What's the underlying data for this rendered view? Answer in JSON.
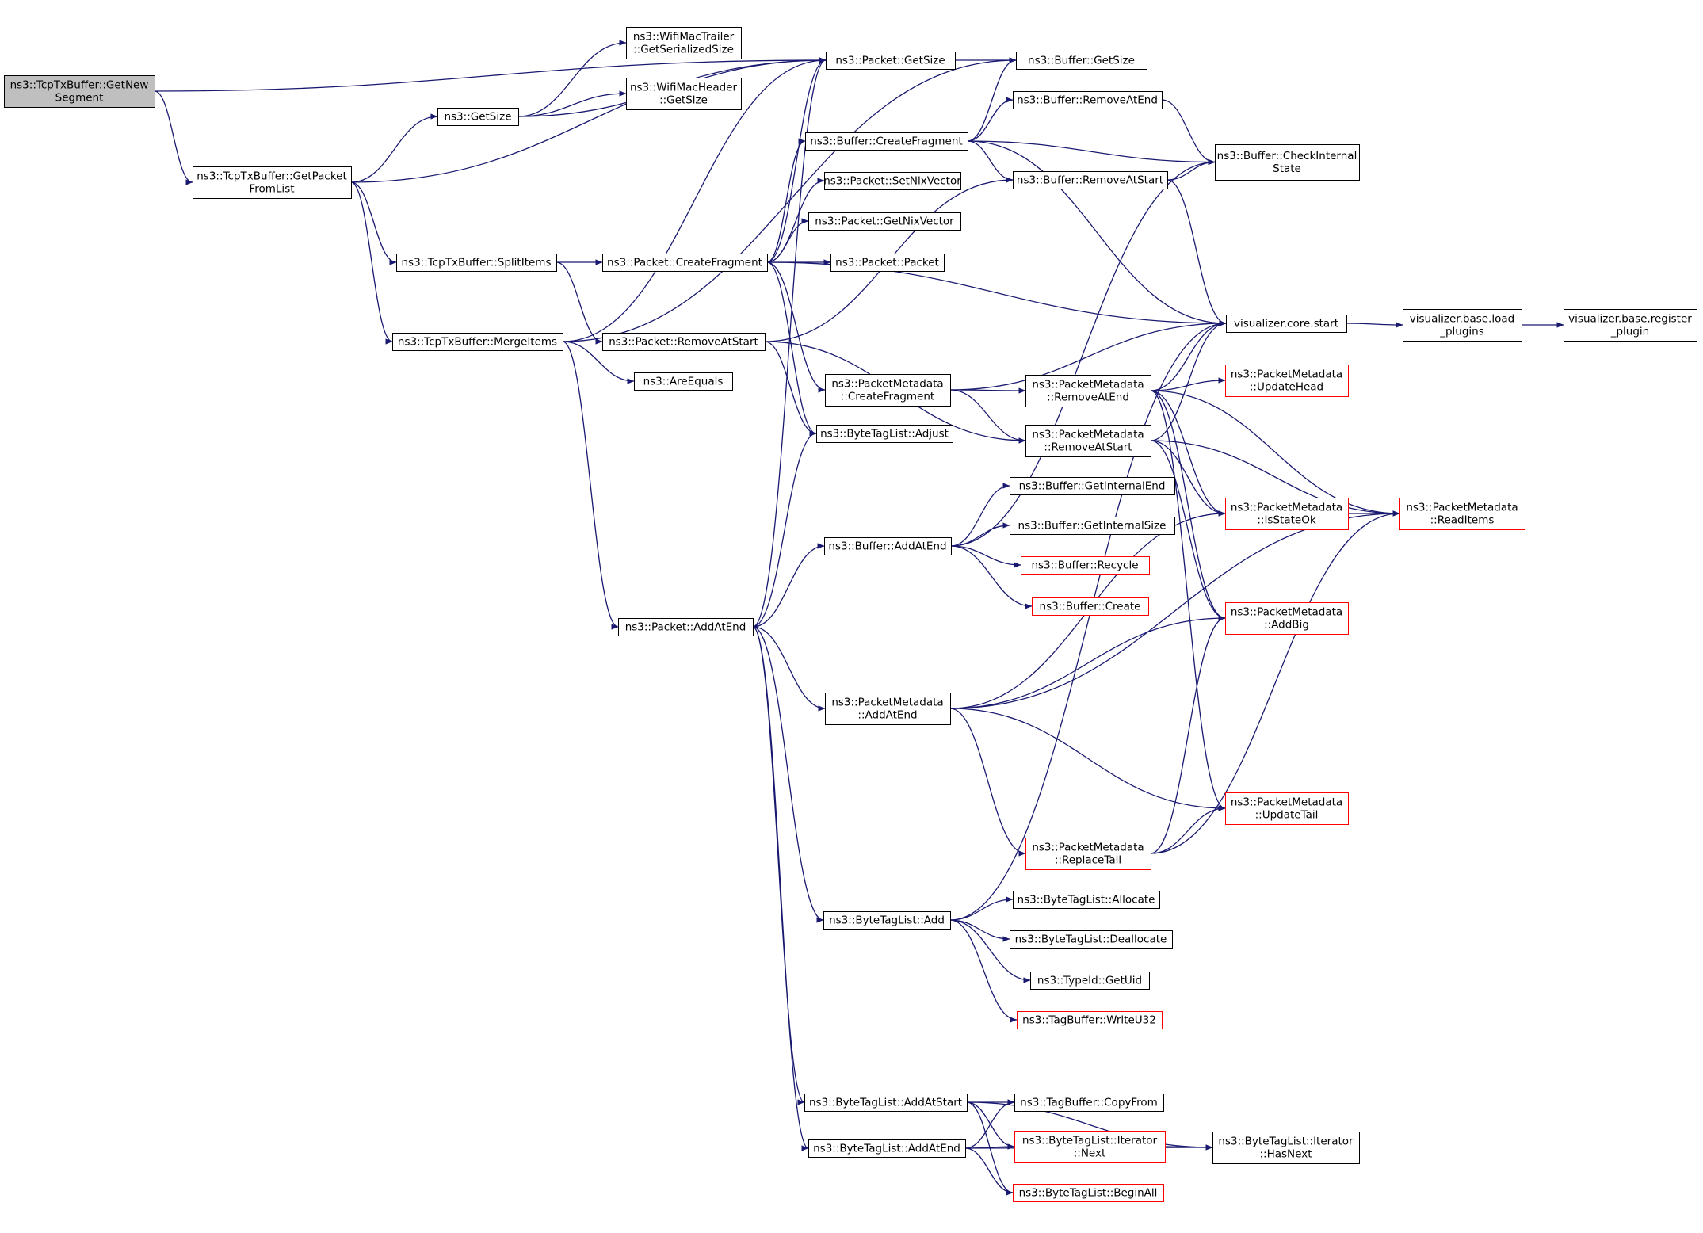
{
  "colors": {
    "edge": "#191970",
    "root_fill": "#bfbfbf",
    "truncated_border": "#ff0000",
    "node_border": "#000000"
  },
  "nodes": [
    {
      "id": "getnew",
      "lines": [
        "ns3::TcpTxBuffer::GetNew",
        "Segment"
      ],
      "kind": "root"
    },
    {
      "id": "getpacketfromlist",
      "lines": [
        "ns3::TcpTxBuffer::GetPacket",
        "FromList"
      ],
      "kind": "normal"
    },
    {
      "id": "getsize",
      "lines": [
        "ns3::GetSize"
      ],
      "kind": "normal"
    },
    {
      "id": "splititems",
      "lines": [
        "ns3::TcpTxBuffer::SplitItems"
      ],
      "kind": "normal"
    },
    {
      "id": "mergeitems",
      "lines": [
        "ns3::TcpTxBuffer::MergeItems"
      ],
      "kind": "normal"
    },
    {
      "id": "wifitrailer",
      "lines": [
        "ns3::WifiMacTrailer",
        "::GetSerializedSize"
      ],
      "kind": "normal"
    },
    {
      "id": "wifiheader",
      "lines": [
        "ns3::WifiMacHeader",
        "::GetSize"
      ],
      "kind": "normal"
    },
    {
      "id": "pkt_getsize",
      "lines": [
        "ns3::Packet::GetSize"
      ],
      "kind": "normal"
    },
    {
      "id": "pkt_createfragment",
      "lines": [
        "ns3::Packet::CreateFragment"
      ],
      "kind": "normal"
    },
    {
      "id": "pkt_removeatstart",
      "lines": [
        "ns3::Packet::RemoveAtStart"
      ],
      "kind": "normal"
    },
    {
      "id": "areequals",
      "lines": [
        "ns3::AreEquals"
      ],
      "kind": "normal"
    },
    {
      "id": "pkt_addatend",
      "lines": [
        "ns3::Packet::AddAtEnd"
      ],
      "kind": "normal"
    },
    {
      "id": "buf_createfragment",
      "lines": [
        "ns3::Buffer::CreateFragment"
      ],
      "kind": "normal"
    },
    {
      "id": "pkt_setnix",
      "lines": [
        "ns3::Packet::SetNixVector"
      ],
      "kind": "normal"
    },
    {
      "id": "pkt_getnix",
      "lines": [
        "ns3::Packet::GetNixVector"
      ],
      "kind": "normal"
    },
    {
      "id": "pkt_packet",
      "lines": [
        "ns3::Packet::Packet"
      ],
      "kind": "normal"
    },
    {
      "id": "pm_createfragment",
      "lines": [
        "ns3::PacketMetadata",
        "::CreateFragment"
      ],
      "kind": "normal"
    },
    {
      "id": "btl_adjust",
      "lines": [
        "ns3::ByteTagList::Adjust"
      ],
      "kind": "normal"
    },
    {
      "id": "buf_addatend",
      "lines": [
        "ns3::Buffer::AddAtEnd"
      ],
      "kind": "normal"
    },
    {
      "id": "pm_addatend",
      "lines": [
        "ns3::PacketMetadata",
        "::AddAtEnd"
      ],
      "kind": "normal"
    },
    {
      "id": "btl_add",
      "lines": [
        "ns3::ByteTagList::Add"
      ],
      "kind": "normal"
    },
    {
      "id": "btl_addatstart",
      "lines": [
        "ns3::ByteTagList::AddAtStart"
      ],
      "kind": "normal"
    },
    {
      "id": "btl_addatend",
      "lines": [
        "ns3::ByteTagList::AddAtEnd"
      ],
      "kind": "normal"
    },
    {
      "id": "buf_getsize",
      "lines": [
        "ns3::Buffer::GetSize"
      ],
      "kind": "normal"
    },
    {
      "id": "buf_removeatend",
      "lines": [
        "ns3::Buffer::RemoveAtEnd"
      ],
      "kind": "normal"
    },
    {
      "id": "buf_removeatstart",
      "lines": [
        "ns3::Buffer::RemoveAtStart"
      ],
      "kind": "normal"
    },
    {
      "id": "pm_removeatend",
      "lines": [
        "ns3::PacketMetadata",
        "::RemoveAtEnd"
      ],
      "kind": "normal"
    },
    {
      "id": "pm_removeatstart",
      "lines": [
        "ns3::PacketMetadata",
        "::RemoveAtStart"
      ],
      "kind": "normal"
    },
    {
      "id": "buf_getinternalend",
      "lines": [
        "ns3::Buffer::GetInternalEnd"
      ],
      "kind": "normal"
    },
    {
      "id": "buf_getinternalsize",
      "lines": [
        "ns3::Buffer::GetInternalSize"
      ],
      "kind": "normal"
    },
    {
      "id": "buf_recycle",
      "lines": [
        "ns3::Buffer::Recycle"
      ],
      "kind": "trunc"
    },
    {
      "id": "buf_create",
      "lines": [
        "ns3::Buffer::Create"
      ],
      "kind": "trunc"
    },
    {
      "id": "pm_replacetail",
      "lines": [
        "ns3::PacketMetadata",
        "::ReplaceTail"
      ],
      "kind": "trunc"
    },
    {
      "id": "btl_allocate",
      "lines": [
        "ns3::ByteTagList::Allocate"
      ],
      "kind": "normal"
    },
    {
      "id": "btl_deallocate",
      "lines": [
        "ns3::ByteTagList::Deallocate"
      ],
      "kind": "normal"
    },
    {
      "id": "typeid_getuid",
      "lines": [
        "ns3::TypeId::GetUid"
      ],
      "kind": "normal"
    },
    {
      "id": "tagbuf_writeu32",
      "lines": [
        "ns3::TagBuffer::WriteU32"
      ],
      "kind": "trunc"
    },
    {
      "id": "tagbuf_copyfrom",
      "lines": [
        "ns3::TagBuffer::CopyFrom"
      ],
      "kind": "normal"
    },
    {
      "id": "btl_iter_next",
      "lines": [
        "ns3::ByteTagList::Iterator",
        "::Next"
      ],
      "kind": "trunc"
    },
    {
      "id": "btl_beginall",
      "lines": [
        "ns3::ByteTagList::BeginAll"
      ],
      "kind": "trunc"
    },
    {
      "id": "buf_checkinternal",
      "lines": [
        "ns3::Buffer::CheckInternal",
        "State"
      ],
      "kind": "normal"
    },
    {
      "id": "viz_core_start",
      "lines": [
        "visualizer.core.start"
      ],
      "kind": "normal"
    },
    {
      "id": "pm_updatehead",
      "lines": [
        "ns3::PacketMetadata",
        "::UpdateHead"
      ],
      "kind": "trunc"
    },
    {
      "id": "pm_isstateok",
      "lines": [
        "ns3::PacketMetadata",
        "::IsStateOk"
      ],
      "kind": "trunc"
    },
    {
      "id": "pm_addbig",
      "lines": [
        "ns3::PacketMetadata",
        "::AddBig"
      ],
      "kind": "trunc"
    },
    {
      "id": "pm_updatetail",
      "lines": [
        "ns3::PacketMetadata",
        "::UpdateTail"
      ],
      "kind": "trunc"
    },
    {
      "id": "btl_iter_hasnext",
      "lines": [
        "ns3::ByteTagList::Iterator",
        "::HasNext"
      ],
      "kind": "normal"
    },
    {
      "id": "viz_load_plugins",
      "lines": [
        "visualizer.base.load",
        "_plugins"
      ],
      "kind": "normal"
    },
    {
      "id": "pm_readitems",
      "lines": [
        "ns3::PacketMetadata",
        "::ReadItems"
      ],
      "kind": "trunc"
    },
    {
      "id": "viz_register_plugin",
      "lines": [
        "visualizer.base.register",
        "_plugin"
      ],
      "kind": "normal"
    }
  ],
  "edges": [
    [
      "getnew",
      "getpacketfromlist"
    ],
    [
      "getnew",
      "pkt_getsize"
    ],
    [
      "getpacketfromlist",
      "getsize"
    ],
    [
      "getpacketfromlist",
      "splititems"
    ],
    [
      "getpacketfromlist",
      "mergeitems"
    ],
    [
      "getpacketfromlist",
      "pkt_getsize"
    ],
    [
      "getsize",
      "wifitrailer"
    ],
    [
      "getsize",
      "wifiheader"
    ],
    [
      "getsize",
      "pkt_getsize"
    ],
    [
      "splititems",
      "pkt_createfragment"
    ],
    [
      "splititems",
      "pkt_removeatstart"
    ],
    [
      "mergeitems",
      "pkt_getsize"
    ],
    [
      "mergeitems",
      "areequals"
    ],
    [
      "mergeitems",
      "pkt_addatend"
    ],
    [
      "mergeitems",
      "buf_getsize"
    ],
    [
      "pkt_getsize",
      "buf_getsize"
    ],
    [
      "pkt_createfragment",
      "buf_createfragment"
    ],
    [
      "pkt_createfragment",
      "pkt_setnix"
    ],
    [
      "pkt_createfragment",
      "pkt_getnix"
    ],
    [
      "pkt_createfragment",
      "pkt_packet"
    ],
    [
      "pkt_createfragment",
      "pm_createfragment"
    ],
    [
      "pkt_createfragment",
      "btl_adjust"
    ],
    [
      "pkt_createfragment",
      "viz_core_start"
    ],
    [
      "pkt_createfragment",
      "pkt_getsize"
    ],
    [
      "pkt_removeatstart",
      "buf_removeatstart"
    ],
    [
      "pkt_removeatstart",
      "pm_removeatstart"
    ],
    [
      "pkt_removeatstart",
      "btl_adjust"
    ],
    [
      "pkt_addatend",
      "pkt_getsize"
    ],
    [
      "pkt_addatend",
      "btl_adjust"
    ],
    [
      "pkt_addatend",
      "buf_addatend"
    ],
    [
      "pkt_addatend",
      "pm_addatend"
    ],
    [
      "pkt_addatend",
      "btl_add"
    ],
    [
      "pkt_addatend",
      "btl_addatstart"
    ],
    [
      "pkt_addatend",
      "btl_addatend"
    ],
    [
      "buf_createfragment",
      "buf_getsize"
    ],
    [
      "buf_createfragment",
      "buf_removeatend"
    ],
    [
      "buf_createfragment",
      "buf_removeatstart"
    ],
    [
      "buf_createfragment",
      "buf_checkinternal"
    ],
    [
      "buf_createfragment",
      "viz_core_start"
    ],
    [
      "buf_removeatend",
      "buf_checkinternal"
    ],
    [
      "buf_removeatstart",
      "buf_checkinternal"
    ],
    [
      "buf_removeatstart",
      "viz_core_start"
    ],
    [
      "pm_createfragment",
      "pm_removeatend"
    ],
    [
      "pm_createfragment",
      "pm_removeatstart"
    ],
    [
      "pm_createfragment",
      "viz_core_start"
    ],
    [
      "pm_removeatend",
      "pm_updatehead"
    ],
    [
      "pm_removeatend",
      "pm_isstateok"
    ],
    [
      "pm_removeatend",
      "pm_readitems"
    ],
    [
      "pm_removeatend",
      "pm_addbig"
    ],
    [
      "pm_removeatend",
      "pm_updatetail"
    ],
    [
      "pm_removeatend",
      "viz_core_start"
    ],
    [
      "pm_removeatstart",
      "pm_isstateok"
    ],
    [
      "pm_removeatstart",
      "pm_readitems"
    ],
    [
      "pm_removeatstart",
      "pm_addbig"
    ],
    [
      "pm_removeatstart",
      "viz_core_start"
    ],
    [
      "buf_addatend",
      "buf_getinternalend"
    ],
    [
      "buf_addatend",
      "buf_getinternalsize"
    ],
    [
      "buf_addatend",
      "buf_recycle"
    ],
    [
      "buf_addatend",
      "buf_create"
    ],
    [
      "buf_addatend",
      "buf_checkinternal"
    ],
    [
      "pm_addatend",
      "pm_isstateok"
    ],
    [
      "pm_addatend",
      "pm_addbig"
    ],
    [
      "pm_addatend",
      "pm_readitems"
    ],
    [
      "pm_addatend",
      "pm_updatetail"
    ],
    [
      "pm_addatend",
      "pm_replacetail"
    ],
    [
      "pm_replacetail",
      "pm_addbig"
    ],
    [
      "pm_replacetail",
      "pm_updatetail"
    ],
    [
      "pm_replacetail",
      "pm_readitems"
    ],
    [
      "btl_add",
      "btl_allocate"
    ],
    [
      "btl_add",
      "btl_deallocate"
    ],
    [
      "btl_add",
      "typeid_getuid"
    ],
    [
      "btl_add",
      "tagbuf_writeu32"
    ],
    [
      "btl_add",
      "viz_core_start"
    ],
    [
      "btl_addatstart",
      "tagbuf_copyfrom"
    ],
    [
      "btl_addatstart",
      "btl_iter_next"
    ],
    [
      "btl_addatstart",
      "btl_beginall"
    ],
    [
      "btl_addatstart",
      "btl_iter_hasnext"
    ],
    [
      "btl_addatend",
      "tagbuf_copyfrom"
    ],
    [
      "btl_addatend",
      "btl_iter_next"
    ],
    [
      "btl_addatend",
      "btl_beginall"
    ],
    [
      "btl_addatend",
      "btl_iter_hasnext"
    ],
    [
      "btl_iter_next",
      "btl_iter_hasnext"
    ],
    [
      "pm_isstateok",
      "pm_readitems"
    ],
    [
      "viz_core_start",
      "viz_load_plugins"
    ],
    [
      "viz_load_plugins",
      "viz_register_plugin"
    ]
  ]
}
